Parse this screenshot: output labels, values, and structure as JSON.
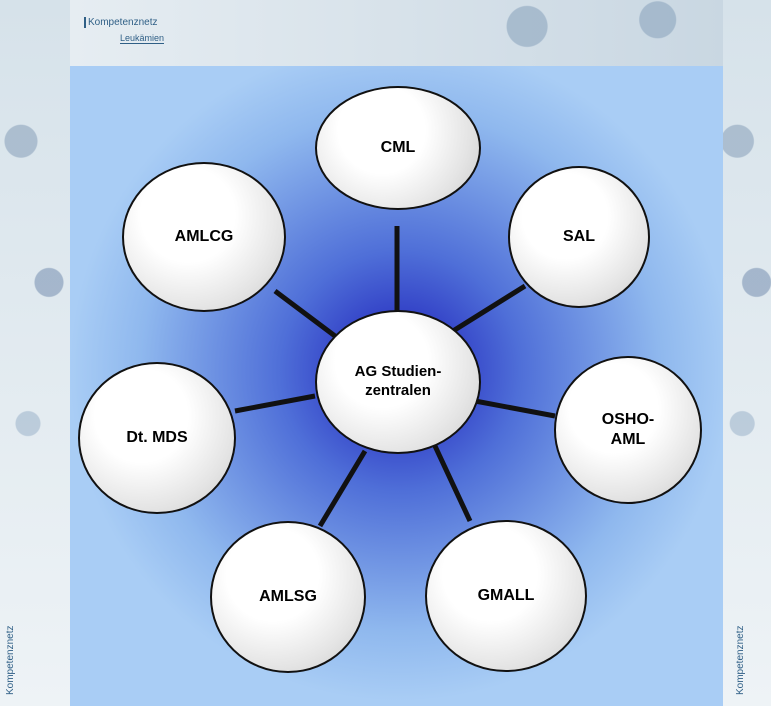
{
  "logo": {
    "line1": "Kompetenznetz",
    "line2": "Leukämien"
  },
  "diagram": {
    "center": {
      "label": "AG Studien-\nzentralen"
    },
    "nodes": [
      {
        "id": "cml",
        "label": "CML"
      },
      {
        "id": "sal",
        "label": "SAL"
      },
      {
        "id": "osho-aml",
        "label": "OSHO-\nAML"
      },
      {
        "id": "gmall",
        "label": "GMALL"
      },
      {
        "id": "amlsg",
        "label": "AMLSG"
      },
      {
        "id": "dt-mds",
        "label": "Dt. MDS"
      },
      {
        "id": "amlcg",
        "label": "AMLCG"
      }
    ]
  },
  "colors": {
    "background": "#1a1ab8",
    "panel_light": "#a9cdf5",
    "node_border": "#111111"
  }
}
